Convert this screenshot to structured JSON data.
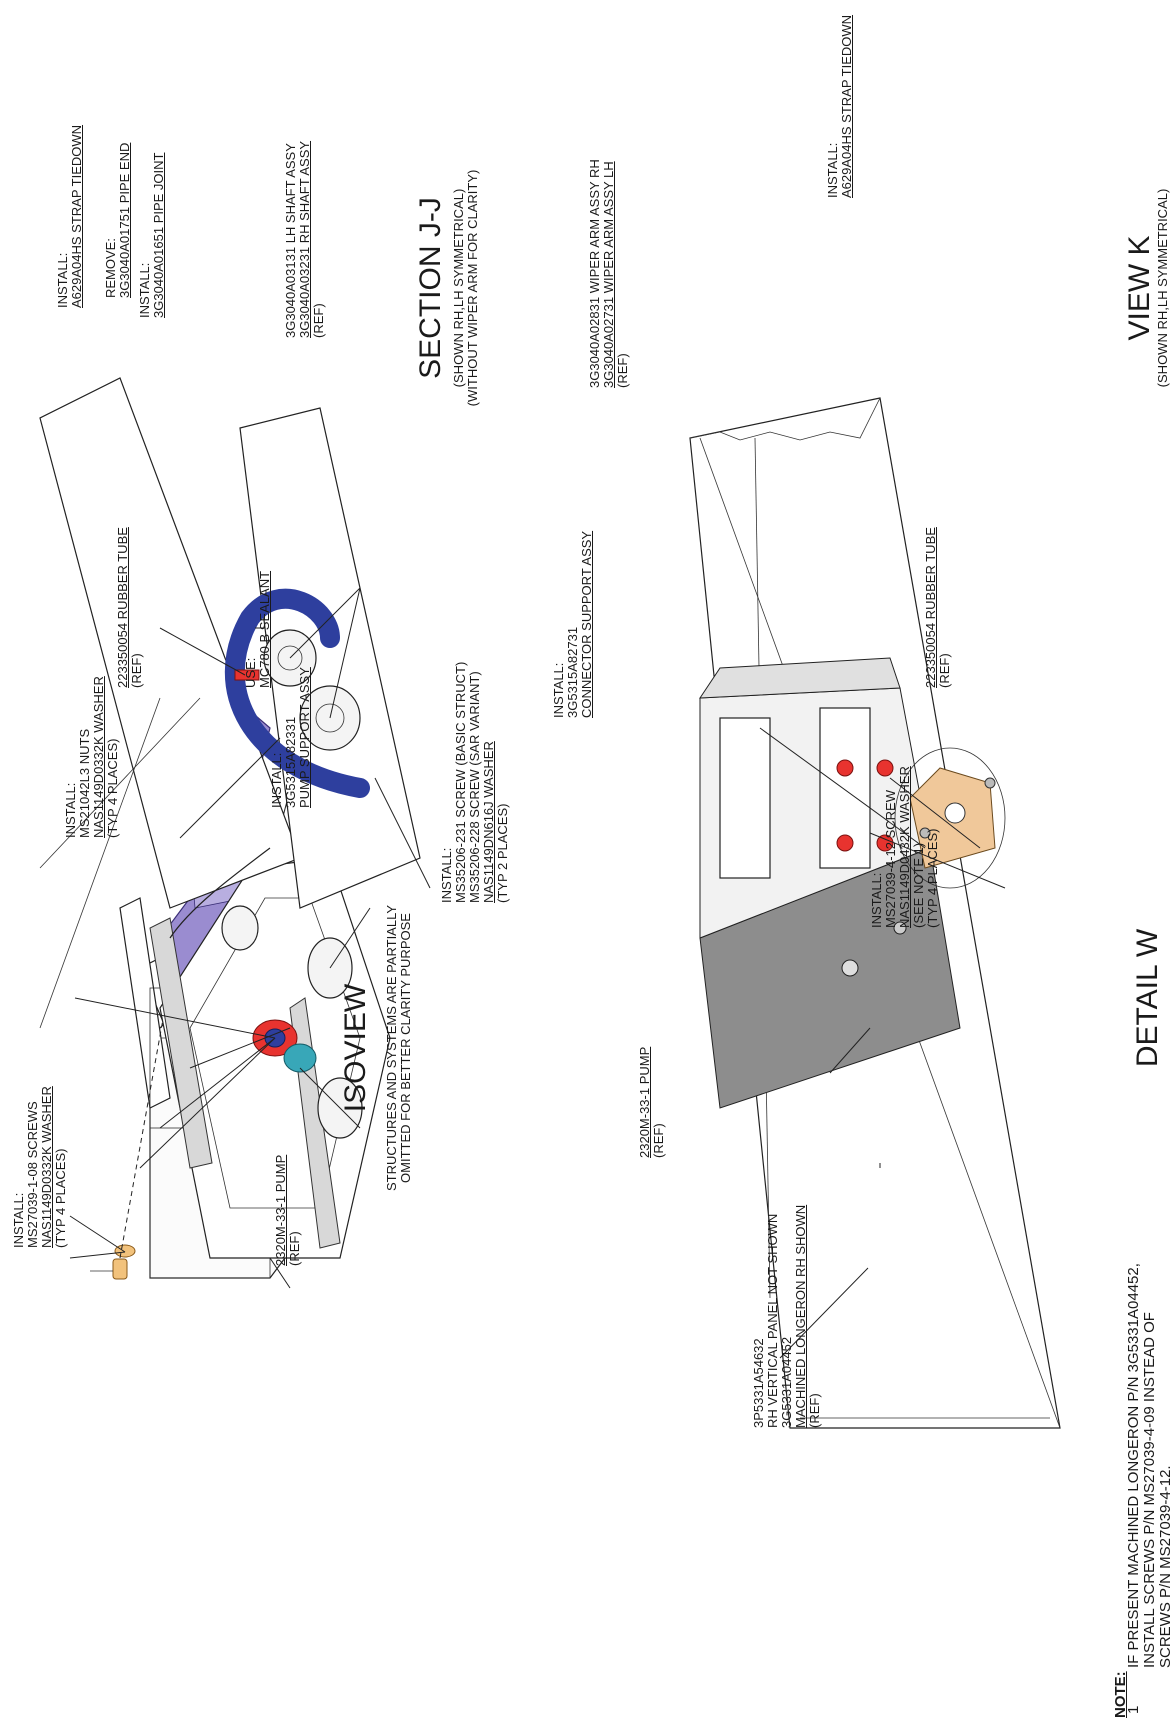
{
  "isoview": {
    "title": "ISOVIEW",
    "note": [
      "STRUCTURES AND SYSTEMS ARE PARTIALLY",
      "OMITTED FOR BETTER CLARITY PURPOSE"
    ],
    "callouts": {
      "screws": [
        "INSTALL:",
        "MS27039-1-08  SCREWS",
        "NAS1149D0332K  WASHER",
        "(TYP 4 PLACES)"
      ],
      "nuts": [
        "INSTALL:",
        "MS21042L3 NUTS",
        "NAS1149D0332K  WASHER",
        "(TYP 4 PLACES)"
      ],
      "support": [
        "INSTALL:",
        "3G5315A82331",
        "PUMP SUPPORT ASSY"
      ],
      "pump": [
        "2320M-33-1 PUMP",
        "(REF)"
      ]
    }
  },
  "detail_w": {
    "title": "DETAIL W",
    "callouts": {
      "struct_screws": [
        "INSTALL:",
        "MS35206-231  SCREW (BASIC STRUCT)",
        "MS35206-228  SCREW (SAR VARIANT)",
        "NAS1149DN616J WASHER",
        "(TYP 2 PLACES)"
      ],
      "connector": [
        "INSTALL:",
        "3G5315A82731",
        "CONNECTOR SUPPORT ASSY"
      ],
      "pump": [
        "2320M-33-1 PUMP",
        "(REF)"
      ],
      "screws_note": [
        "INSTALL:",
        "MS27039-4-12  SCREW",
        "NAS1149D0432K WASHER",
        "(SEE NOTE 1)",
        "(TYP 4 PLACES)"
      ],
      "longeron": [
        "3P5331A54632",
        "RH VERTICAL PANEL NOT SHOWN",
        "3G5331A04452",
        "MACHINED LONGERON RH SHOWN",
        "(REF)"
      ]
    }
  },
  "section_jj": {
    "title": "SECTION J-J",
    "sub": [
      "(SHOWN RH,LH SYMMETRICAL)",
      "(WITHOUT WIPER ARM FOR CLARITY)"
    ],
    "callouts": {
      "tiedown": [
        "INSTALL:",
        "A629A04HS  STRAP TIEDOWN"
      ],
      "pipe_end": [
        "REMOVE:",
        "3G3040A01751  PIPE END"
      ],
      "pipe_joint": [
        "INSTALL:",
        "3G3040A01651  PIPE JOINT"
      ],
      "shaft": [
        "3G3040A03131  LH SHAFT ASSY",
        "3G3040A03231  RH SHAFT ASSY",
        "(REF)"
      ],
      "tube": [
        "223350054  RUBBER TUBE",
        "(REF)"
      ],
      "sealant": [
        "USE:",
        "MC780 B SEALANT"
      ]
    }
  },
  "view_k": {
    "title": "VIEW K",
    "sub": [
      "(SHOWN RH,LH SYMMETRICAL)"
    ],
    "callouts": {
      "wiper": [
        "3G3040A02831  WIPER ARM ASSY RH",
        "3G3040A02731  WIPER ARM ASSY LH",
        "(REF)"
      ],
      "tiedown": [
        "INSTALL:",
        "A629A04HS  STRAP TIEDOWN"
      ],
      "tube": [
        "223350054  RUBBER TUBE",
        "(REF)"
      ]
    }
  },
  "note": {
    "label": "NOTE:",
    "number": "1",
    "lines": [
      "IF PRESENT MACHINED LONGERON P/N 3G5331A04452,",
      "INSTALL SCREWS P/N MS27039-4-09 INSTEAD OF",
      "SCREWS P/N MS27039-4-12."
    ]
  },
  "colors": {
    "bracket": "#9a8cd0",
    "connector": "#f0c89a",
    "red_parts": "#e8332f",
    "hose": "#2e3f9e",
    "pump_shade": "#8d8d8d",
    "washer": "#f2c27c"
  }
}
